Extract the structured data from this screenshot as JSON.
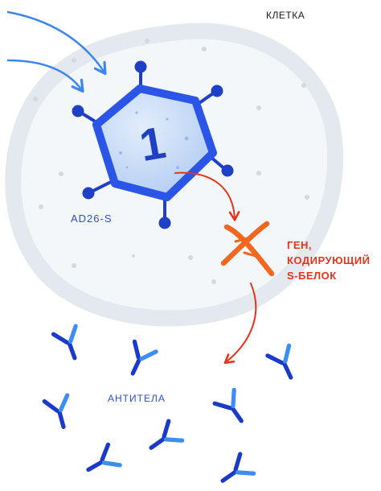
{
  "labels": {
    "cell": "КЛЕТКА",
    "virus": "AD26-S",
    "gene_line1": "ГЕН,",
    "gene_line2": "КОДИРУЮЩИЙ",
    "gene_line3": "S-БЕЛОК",
    "antibodies": "АНТИТЕЛА",
    "vector_number": "1"
  },
  "colors": {
    "cell_rim": "#e4e9ef",
    "cell_fill": "#f4f7fa",
    "virus_outline": "#2b55e6",
    "virus_fill": "#c9dcf7",
    "virus_knob": "#1f3fc4",
    "arrow_red": "#e8331c",
    "arrow_blue": "#3b86f0",
    "gene": "#f2661d",
    "antibody_dark": "#1a3bc9",
    "antibody_light": "#3d8ef2"
  }
}
